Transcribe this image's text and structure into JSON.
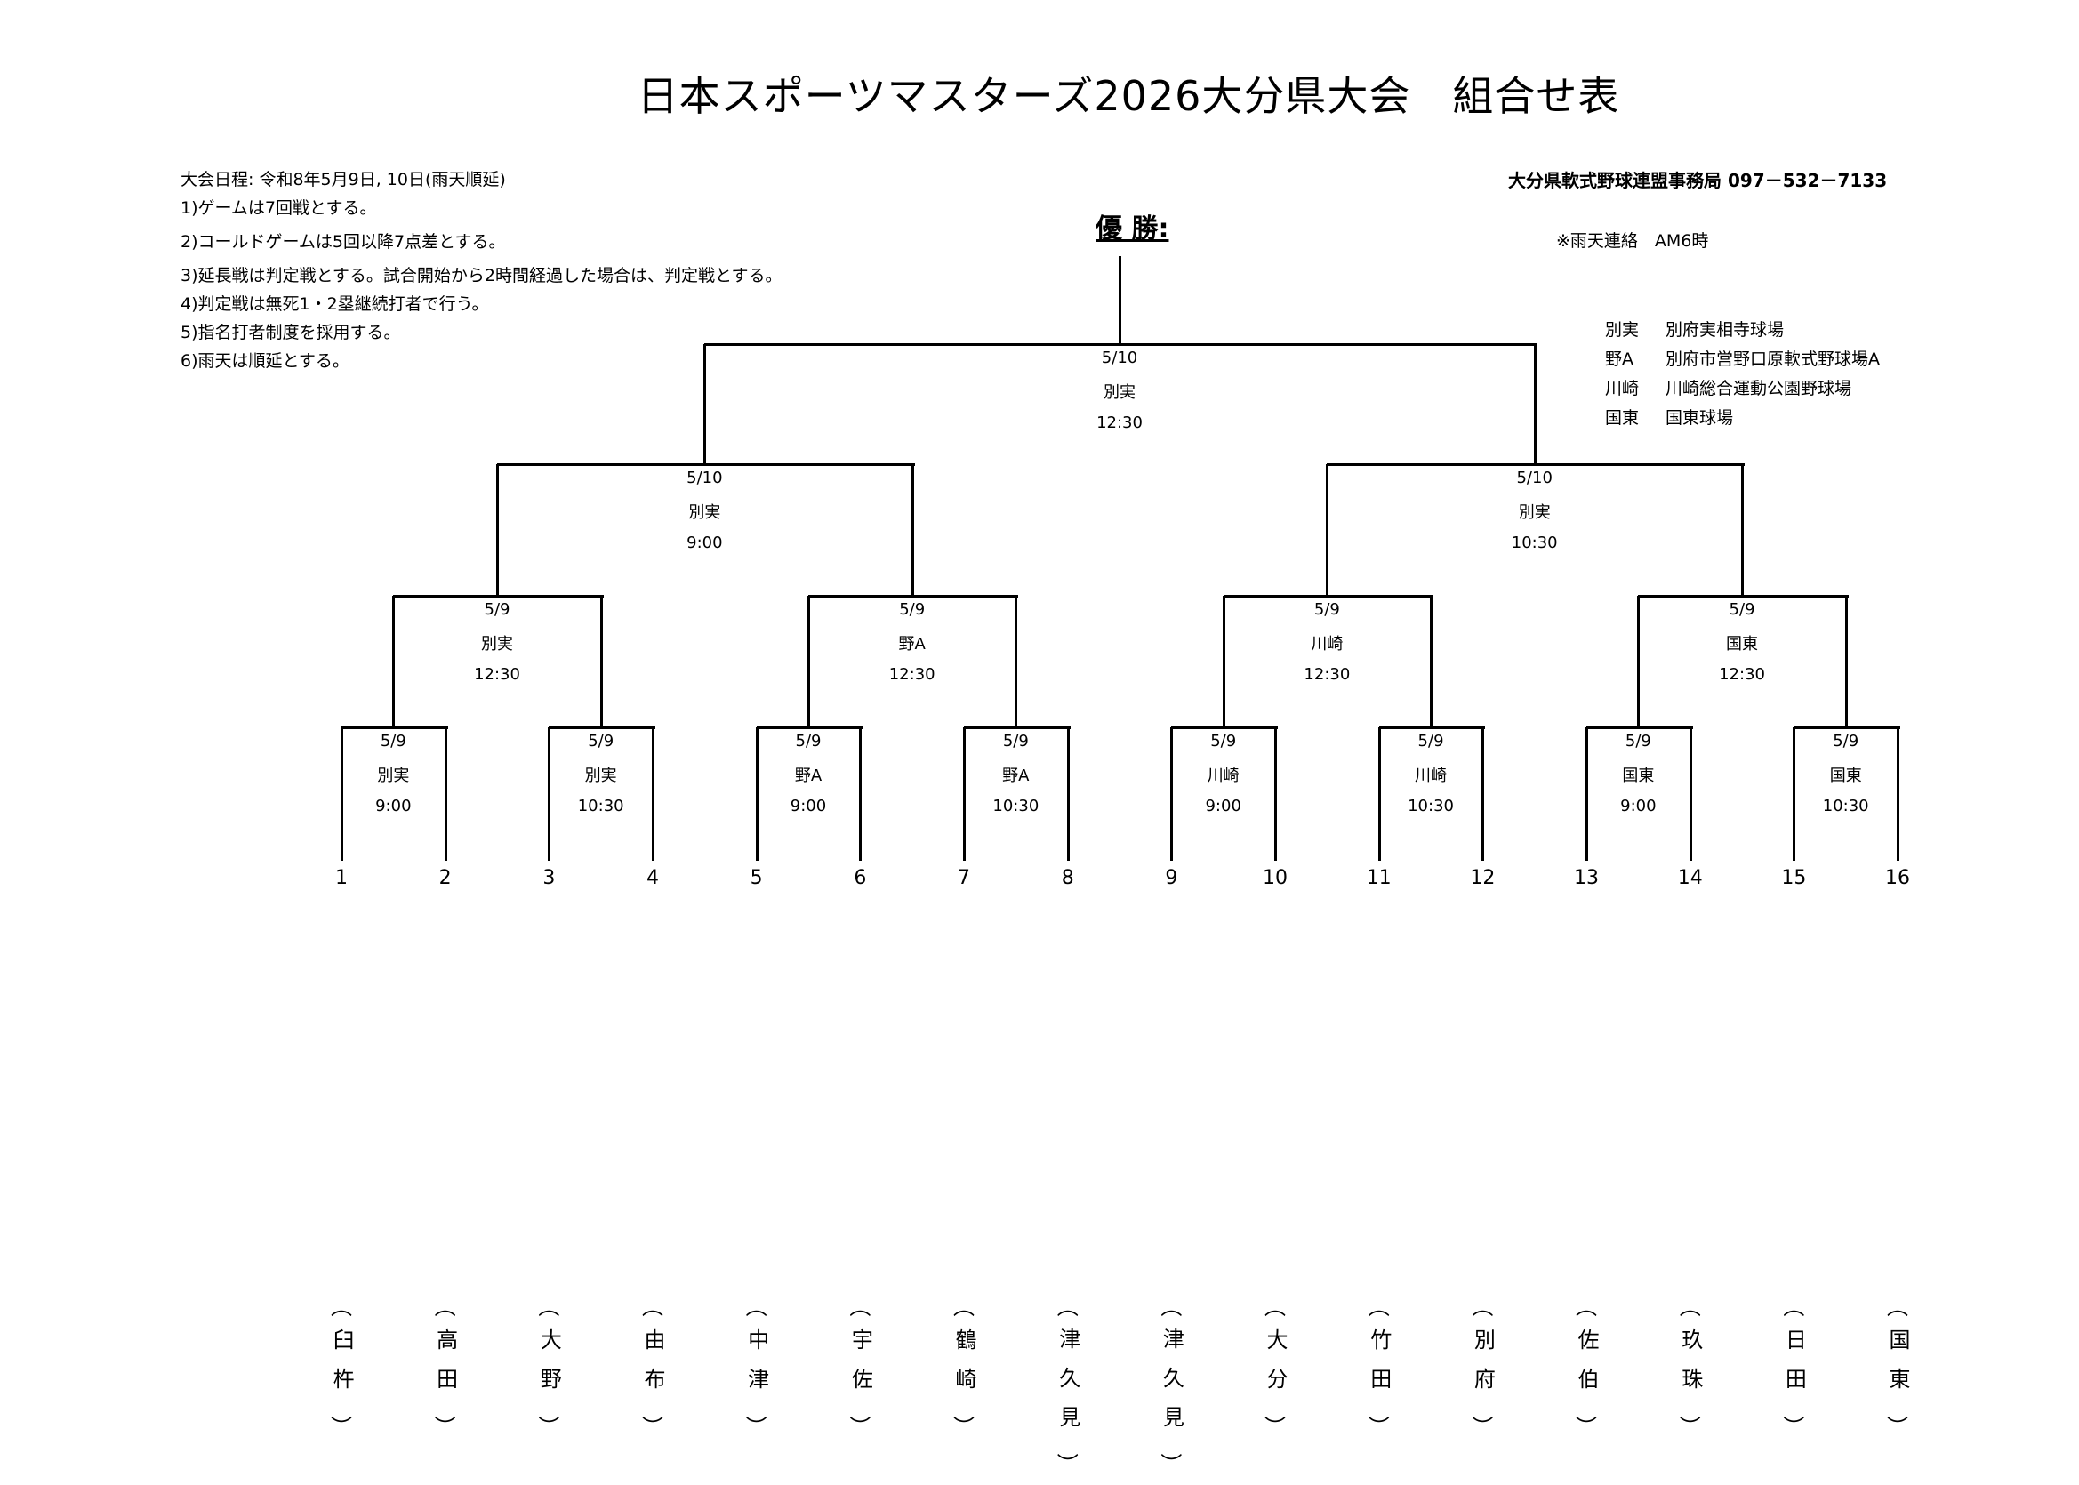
{
  "title": "日本スポーツマスターズ2026大分県大会　組合せ表",
  "notes": [
    "大会日程: 令和8年5月9日, 10日(雨天順延)",
    "1)ゲームは7回戦とする。",
    "2)コールドゲームは5回以降7点差とする。",
    "3)延長戦は判定戦とする。試合開始から2時間経過した場合は、判定戦とする。",
    "4)判定戦は無死1・2塁継続打者で行う。",
    "5)指名打者制度を採用する。",
    "6)雨天は順延とする。"
  ],
  "contact": "大分県軟式野球連盟事務局 097－532－7133",
  "rain_contact": "※雨天連絡　AM6時",
  "venues": [
    {
      "abbr": "別実",
      "name": "別府実相寺球場"
    },
    {
      "abbr": "野A",
      "name": "別府市営野口原軟式野球場A"
    },
    {
      "abbr": "川崎",
      "name": "川崎総合運動公園野球場"
    },
    {
      "abbr": "国東",
      "name": "国東球場"
    }
  ],
  "champion_label": "優 勝:",
  "rounds": [
    [
      {
        "date": "5/9",
        "venue": "別実",
        "time": "9:00"
      },
      {
        "date": "5/9",
        "venue": "別実",
        "time": "10:30"
      },
      {
        "date": "5/9",
        "venue": "野A",
        "time": "9:00"
      },
      {
        "date": "5/9",
        "venue": "野A",
        "time": "10:30"
      },
      {
        "date": "5/9",
        "venue": "川崎",
        "time": "9:00"
      },
      {
        "date": "5/9",
        "venue": "川崎",
        "time": "10:30"
      },
      {
        "date": "5/9",
        "venue": "国東",
        "time": "9:00"
      },
      {
        "date": "5/9",
        "venue": "国東",
        "time": "10:30"
      }
    ],
    [
      {
        "date": "5/9",
        "venue": "別実",
        "time": "12:30"
      },
      {
        "date": "5/9",
        "venue": "野A",
        "time": "12:30"
      },
      {
        "date": "5/9",
        "venue": "川崎",
        "time": "12:30"
      },
      {
        "date": "5/9",
        "venue": "国東",
        "time": "12:30"
      }
    ],
    [
      {
        "date": "5/10",
        "venue": "別実",
        "time": "9:00"
      },
      {
        "date": "5/10",
        "venue": "別実",
        "time": "10:30"
      }
    ],
    [
      {
        "date": "5/10",
        "venue": "別実",
        "time": "12:30"
      }
    ]
  ],
  "slots": [
    "1",
    "2",
    "3",
    "4",
    "5",
    "6",
    "7",
    "8",
    "9",
    "10",
    "11",
    "12",
    "13",
    "14",
    "15",
    "16"
  ],
  "teams": [
    "臼杵",
    "高田",
    "大野",
    "由布",
    "中津",
    "宇佐",
    "鶴崎",
    "津久見",
    "津久見",
    "大分",
    "竹田",
    "別府",
    "佐伯",
    "玖珠",
    "日田",
    "国東"
  ],
  "paren_open": "︵",
  "paren_close": "︶"
}
